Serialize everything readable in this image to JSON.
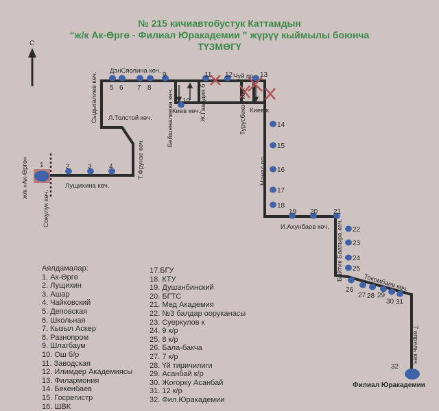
{
  "title": {
    "line1": "№ 215  кичиавтобустук Каттамдын",
    "line2": "“ж/к Ак-Өргө - Филиал Юракадемии ”  жүрүү кыймылы боюнча",
    "line3": "ТҮЗМӨГҮ"
  },
  "compass": {
    "label": "С",
    "icon": "north-arrow-icon"
  },
  "colors": {
    "title": "#3a8a4a",
    "route": "#2b2b2b",
    "stop": "#3f63a8",
    "cross": "#b0555a",
    "background": "#cec3c0"
  },
  "streets": {
    "densyaopina": "ДэнСяопина көч.",
    "sydygaliev": "Сыдыгалиев көч.",
    "tolstoy": "Л.Толстой көч.",
    "frunze": "Т.Фрунзе көч.",
    "lushchikhina": "Лущихина көч.",
    "sokuluk": "Сокулук көч.",
    "akorgo": "ж/к «Ак-Өргө»",
    "beishenalieva": "Бейшеналиева көч.",
    "kiev1": "Киев көч.",
    "zhgvardiya": "Ж.Гвардия б",
    "chuy": "Чуй пр.",
    "turusbekov": "Турусбеков көч.",
    "kiev2": "Киев к",
    "manas": "Манас пр.",
    "akhunbaev": "И.Ахунбаев көч.",
    "baitik": "Байтик Баатыра көч.",
    "tokombaev": "Токомбаев көч.",
    "aprel7": "7 апрель көч.",
    "terminal": "Филиал Юракадемии"
  },
  "stop_numbers": [
    "1",
    "2",
    "3",
    "4",
    "5",
    "6",
    "7",
    "8",
    "9",
    "10",
    "11",
    "12",
    "13",
    "14",
    "15",
    "16",
    "17",
    "18",
    "19",
    "20",
    "21",
    "22",
    "23",
    "24",
    "25",
    "26",
    "27",
    "28",
    "29",
    "30",
    "31",
    "32"
  ],
  "legend": {
    "heading": "Аялдамалар:",
    "left": [
      "1. Ак-Өргө",
      "2. Лущихин",
      "3. Ашар",
      "4. Чайковский",
      "5. Деповская",
      "6. Школьная",
      "7. Кызыл Аскер",
      "8. Разнопром",
      "9. Шлагбаум",
      "10. Ош б/р",
      "11. Заводская",
      "12. Илимдер Академиясы",
      "13. Филармония",
      "14. Бекенбаев",
      "15. Госрегистр",
      "16. ШВК"
    ],
    "right": [
      "17.БГУ",
      "18. КТУ",
      "19. Душанбинский",
      "20. БГТС",
      "21. Мед Академия",
      "22. №3 балдар ооруканасы",
      "23. Суеркулов к",
      "24. 9 к/р",
      "25. 8 к/р",
      "26. Бала-бакча",
      "27. 7 к/р",
      "28. Үй тиричилиги",
      "29. Асанбай к/р",
      "30. Жогорку Асанбай",
      "31. 12 к/р",
      "32. Фил.Юракадемии"
    ]
  }
}
